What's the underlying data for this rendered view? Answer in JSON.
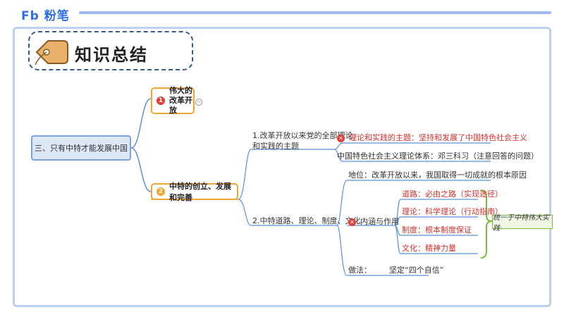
{
  "brand": {
    "logo_text": "Fb 粉笔"
  },
  "header": {
    "title": "知识总结"
  },
  "colors": {
    "accent": "#2e6fe6",
    "orange": "#f0a630",
    "red": "#d2322d",
    "green": "#7dbb3c"
  },
  "mindmap": {
    "root": "三、只有中特才能发展中国",
    "branch1": {
      "num": "1",
      "label": "伟大的\n改革开放"
    },
    "branch2": {
      "num": "2",
      "label": "中特的创立、发展和完善",
      "sub1": {
        "label": "1.改革开放以来党的全部理论\n和实践的主题",
        "items": [
          "理论和实践的主题：坚持和发展了中国特色社会主义",
          "中国特色社会主义理论体系：邓三科习（注意回答的问题）"
        ]
      },
      "sub2": {
        "label": "2.中特道路、理论、制度、文化",
        "position": "地位：改革开放以来，我国取得一切成就的根本原因",
        "content_label": "内涵与作用",
        "content_items": [
          "道路：必由之路（实现途径）",
          "理论：科学理论（行动指南）",
          "制度：根本制度保证",
          "文化：精神力量"
        ],
        "summary": "统一于中特伟大实践",
        "method_label": "做法：",
        "method_value": "坚定“四个自信”"
      }
    }
  }
}
